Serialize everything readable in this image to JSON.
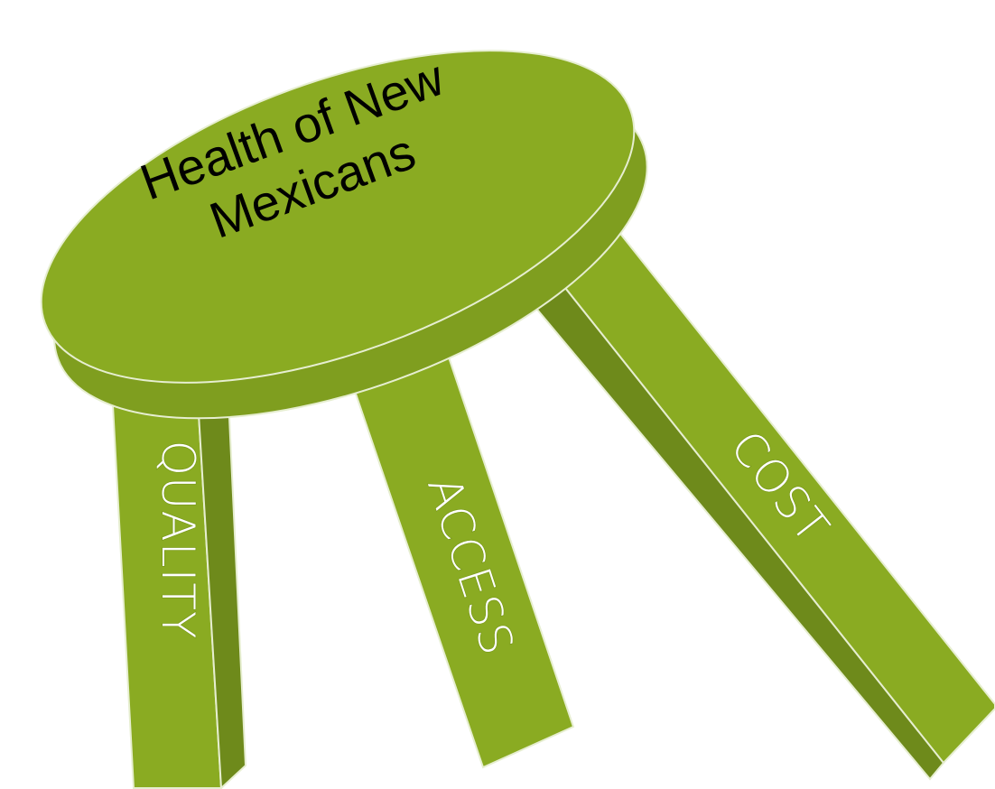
{
  "seat": {
    "line1": "Health of New",
    "line2": "Mexicans"
  },
  "legs": {
    "quality": "QUALITY",
    "access": "ACCESS",
    "cost": "COST"
  },
  "colors": {
    "face": "#8aab22",
    "side": "#6e8a1b",
    "edge": "#e6eed0",
    "text": "#000000",
    "leg_text": "#ffffff"
  }
}
